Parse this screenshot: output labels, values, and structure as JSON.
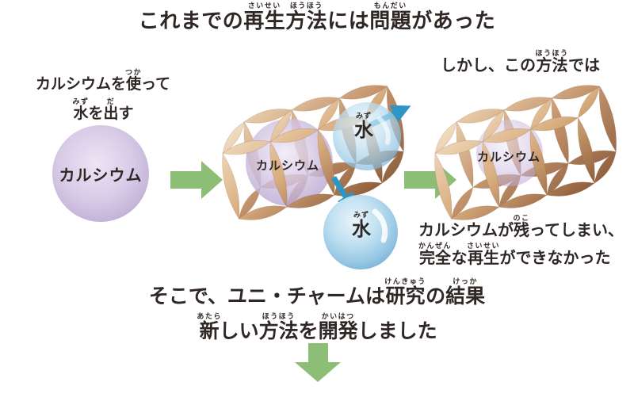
{
  "colors": {
    "green_arrow": "#8cbe76",
    "blue_arrow": "#2e96c4",
    "text": "#2f2725",
    "tube_light": "#f4e0c6",
    "tube_dark": "#8e5c38",
    "purple_sphere": "#b2a0c9",
    "blue_sphere": "#8fc3e2"
  },
  "title": {
    "segments": [
      {
        "t": "これまでの"
      },
      {
        "t": "再生",
        "r": "さいせい"
      },
      {
        "t": "方法",
        "r": "ほうほう"
      },
      {
        "t": "には"
      },
      {
        "t": "問題",
        "r": "もんだい"
      },
      {
        "t": "があった"
      }
    ]
  },
  "left": {
    "caption_line1": [
      {
        "t": "カルシウムを"
      },
      {
        "t": "使",
        "r": "つか"
      },
      {
        "t": "って"
      }
    ],
    "caption_line2": [
      {
        "t": "水",
        "r": "みず"
      },
      {
        "t": "を"
      },
      {
        "t": "出",
        "r": "だ"
      },
      {
        "t": "す"
      }
    ],
    "sphere_label": "カルシウム"
  },
  "middle": {
    "cage_sphere_label": "カルシウム",
    "water_top": [
      {
        "t": "水",
        "r": "みず"
      }
    ],
    "water_bottom": [
      {
        "t": "水",
        "r": "みず"
      }
    ]
  },
  "right": {
    "heading": [
      {
        "t": "しかし、この"
      },
      {
        "t": "方法",
        "r": "ほうほう"
      },
      {
        "t": "では"
      }
    ],
    "cage_sphere_label": "カルシウム",
    "caption_line1": [
      {
        "t": "カルシウムが"
      },
      {
        "t": "残",
        "r": "のこ"
      },
      {
        "t": "ってしまい、"
      }
    ],
    "caption_line2": [
      {
        "t": "完全",
        "r": "かんぜん"
      },
      {
        "t": "な"
      },
      {
        "t": "再生",
        "r": "さいせい"
      },
      {
        "t": "ができなかった"
      }
    ]
  },
  "bottom": {
    "line1": [
      {
        "t": "そこで、ユニ・チャームは"
      },
      {
        "t": "研究",
        "r": "けんきゅう"
      },
      {
        "t": "の"
      },
      {
        "t": "結果",
        "r": "けっか"
      }
    ],
    "line2": [
      {
        "t": "新",
        "r": "あたら"
      },
      {
        "t": "しい"
      },
      {
        "t": "方法",
        "r": "ほうほう"
      },
      {
        "t": "を"
      },
      {
        "t": "開発",
        "r": "かいはつ"
      },
      {
        "t": "しました"
      }
    ]
  }
}
